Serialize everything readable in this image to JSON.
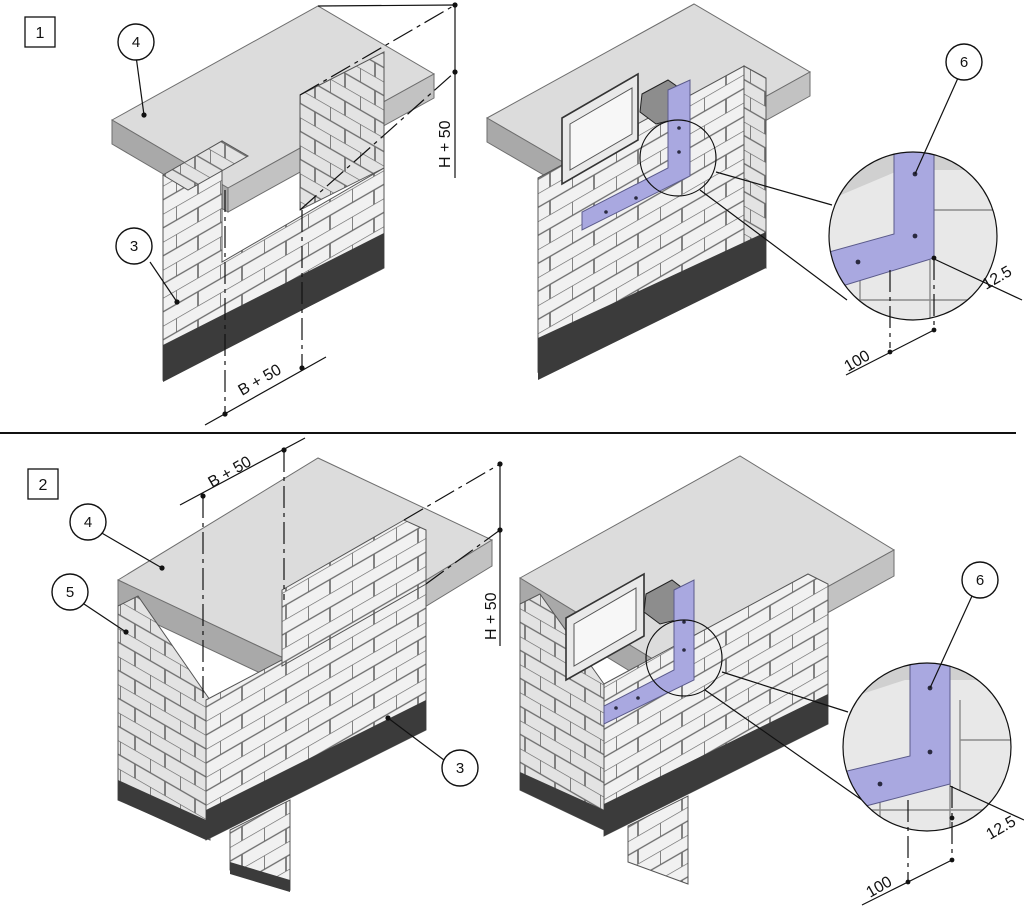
{
  "steps": [
    {
      "number": "1",
      "left_view": {
        "callouts": [
          "4",
          "3"
        ],
        "dimensions": {
          "height": "H + 50",
          "width": "B + 50"
        }
      },
      "right_view": {
        "callout": "6",
        "detail_dimensions": {
          "offset": "12.5",
          "distance": "100"
        }
      }
    },
    {
      "number": "2",
      "left_view": {
        "callouts": [
          "4",
          "5",
          "3"
        ],
        "dimensions": {
          "height": "H + 50",
          "width": "B + 50"
        }
      },
      "right_view": {
        "callout": "6",
        "detail_dimensions": {
          "offset": "12.5",
          "distance": "100"
        }
      }
    }
  ],
  "colors": {
    "mounting_plate": "#a9a8e0",
    "concrete_slab": "#dcdcdc",
    "masonry_base": "#3b3b3b"
  }
}
